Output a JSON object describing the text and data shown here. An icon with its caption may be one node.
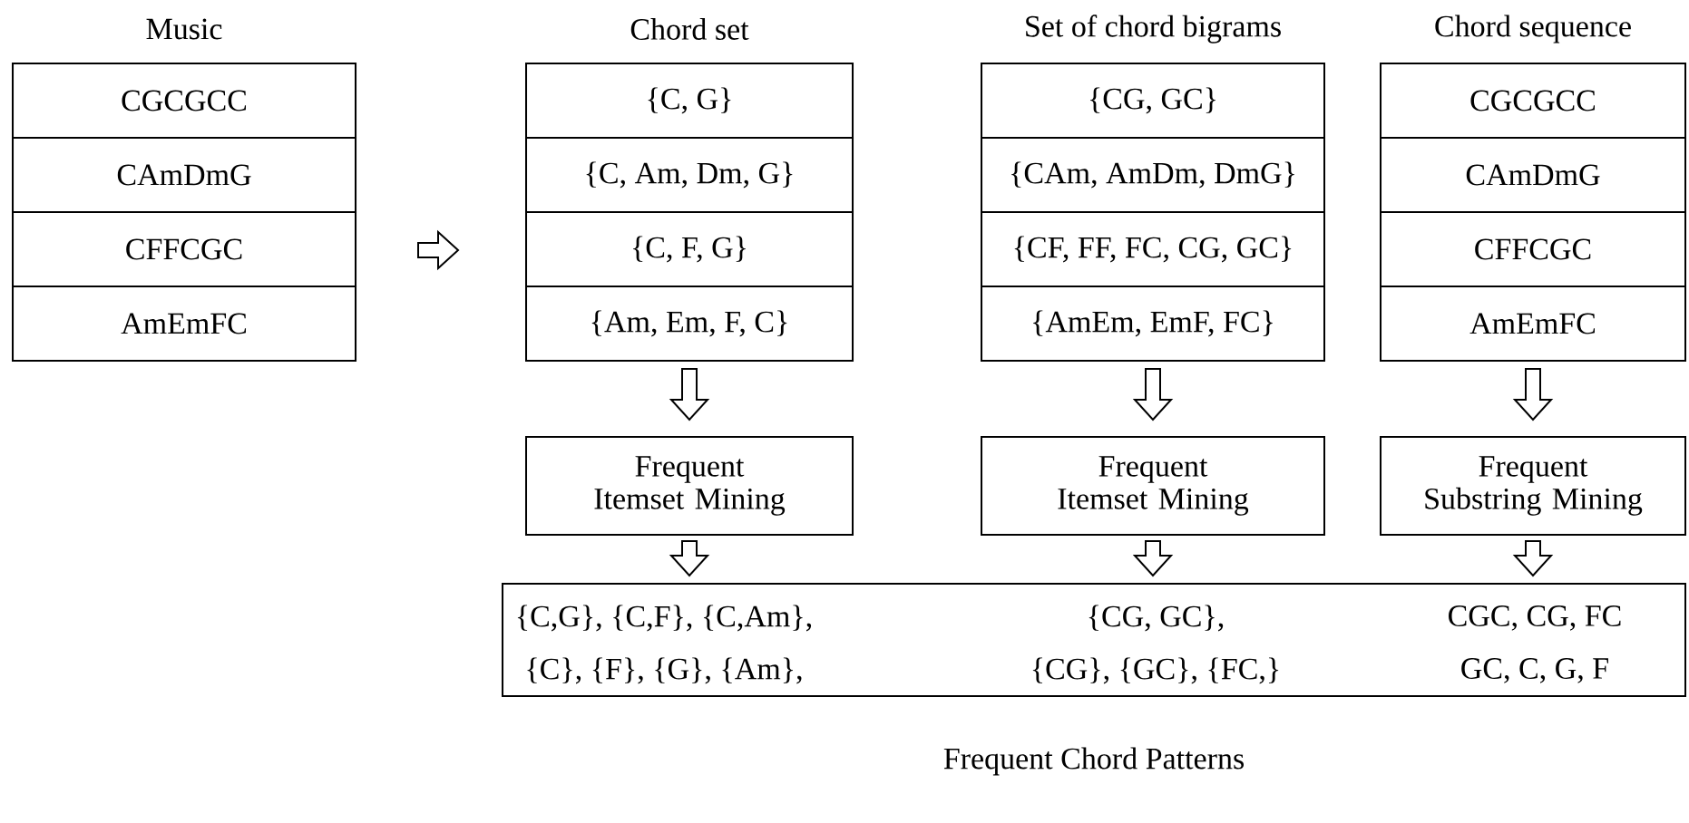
{
  "diagram": {
    "nodes": [
      {
        "text": [
          "Music"
        ]
      },
      {
        "text": [
          "CGCGCC"
        ],
        "in": 0
      },
      {
        "text": [
          "CAmDmG"
        ],
        "in": 0
      },
      {
        "text": [
          "CFFCGC"
        ],
        "in": 0
      },
      {
        "text": [
          "AmEmFC"
        ],
        "in": 0
      },
      {
        "text": [
          "Chord set"
        ]
      },
      {
        "text": [
          "{C, G}"
        ],
        "in": 5
      },
      {
        "text": [
          "{C, Am, Dm, G}"
        ],
        "in": 5
      },
      {
        "text": [
          "{C, F, G}"
        ],
        "in": 5
      },
      {
        "text": [
          "{Am, Em, F, C}"
        ],
        "in": 5
      },
      {
        "text": [
          "Set of chord bigrams"
        ]
      },
      {
        "text": [
          "{CG, GC}"
        ],
        "in": 10
      },
      {
        "text": [
          "{CAm, AmDm, DmG}"
        ],
        "in": 10
      },
      {
        "text": [
          "{CF, FF, FC, CG, GC}"
        ],
        "in": 10
      },
      {
        "text": [
          "{AmEm, EmF, FC}"
        ],
        "in": 10
      },
      {
        "text": [
          "Chord sequence"
        ]
      },
      {
        "text": [
          "CGCGCC"
        ],
        "in": 15
      },
      {
        "text": [
          "CAmDmG"
        ],
        "in": 15
      },
      {
        "text": [
          "CFFCGC"
        ],
        "in": 15
      },
      {
        "text": [
          "AmEmFC"
        ],
        "in": 15
      },
      {
        "text": [
          "Frequent Itemset Mining"
        ]
      },
      {
        "text": [
          "Frequent Itemset Mining"
        ]
      },
      {
        "text": [
          "Frequent Substring Mining"
        ]
      },
      {
        "text": [
          "{C,G}, {C,F}, {C,Am},",
          "{CG, GC},",
          "CGC, CG, FC",
          "{C}, {F}, {G}, {Am},",
          "{CG}, {GC}, {FC,}",
          "GC, C, G, F"
        ],
        "beside": [
          "Frequent Chord Patterns"
        ]
      }
    ],
    "edges": [
      {
        "from": 0,
        "to": 5,
        "arrow": "to"
      },
      {
        "from": 5,
        "to": 20,
        "arrow": "to"
      },
      {
        "from": 10,
        "to": 21,
        "arrow": "to"
      },
      {
        "from": 15,
        "to": 22,
        "arrow": "to"
      },
      {
        "from": 20,
        "to": 23,
        "arrow": "to"
      },
      {
        "from": 21,
        "to": 23,
        "arrow": "to"
      },
      {
        "from": 22,
        "to": 23,
        "arrow": "to"
      }
    ]
  }
}
